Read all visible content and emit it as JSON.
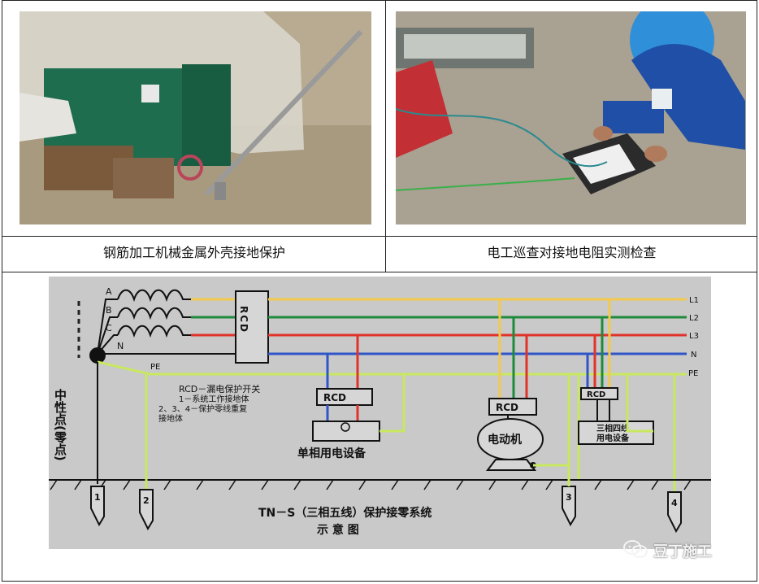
{
  "captions": {
    "left": "钢筋加工机械金属外壳接地保护",
    "right": "电工巡查对接地电阻实测检查"
  },
  "diagram": {
    "phase_labels": [
      "A",
      "B",
      "C",
      "N"
    ],
    "neutral_point_label": "中性点(零点)",
    "pe_label": "PE",
    "rcd_main": "RCD",
    "line_labels": [
      "L1",
      "L2",
      "L3",
      "N",
      "PE"
    ],
    "legend": [
      "RCD－漏电保护开关",
      "1－系统工作接地体",
      "2、3、4－保护零线重复",
      "接地体"
    ],
    "rcd_device": "RCD",
    "single_phase_label": "单相用电设备",
    "motor_label": "电动机",
    "three_phase_label_1": "三相四线",
    "three_phase_label_2": "用电设备",
    "ground_labels": [
      "1",
      "2",
      "3",
      "4"
    ],
    "title_line1": "TN－S（三相五线）保护接零系统",
    "title_line2": "示 意 图",
    "colors": {
      "phase_a": "#f2c94c",
      "phase_b": "#1e8a3c",
      "phase_c": "#e0342a",
      "neutral": "#2f55c8",
      "pe": "#c8e860"
    }
  },
  "watermark": {
    "text": "豆丁施工",
    "icon": "wechat-icon"
  }
}
